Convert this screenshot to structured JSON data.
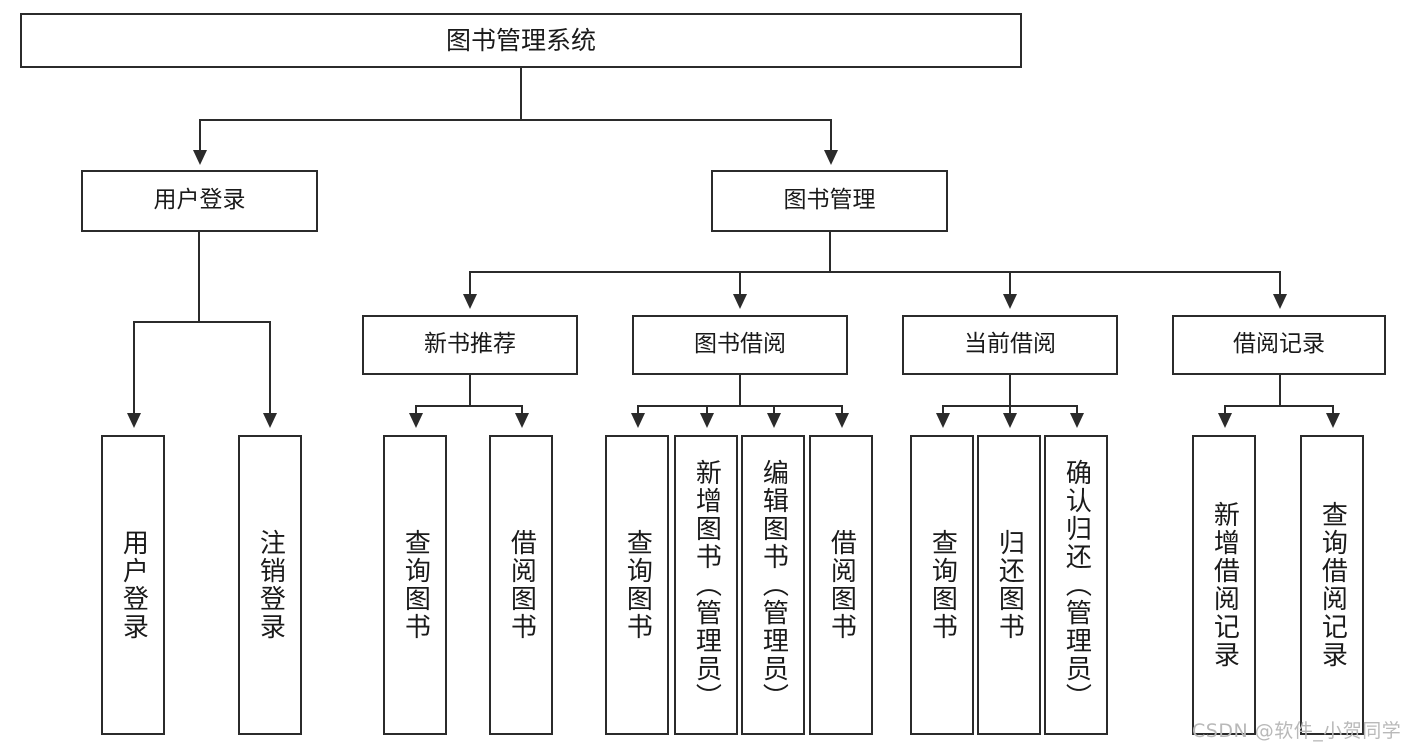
{
  "diagram": {
    "title": "图书管理系统",
    "root": {
      "label": "图书管理系统"
    },
    "level2": [
      {
        "label": "用户登录"
      },
      {
        "label": "图书管理"
      }
    ],
    "level3": [
      {
        "label": "新书推荐"
      },
      {
        "label": "图书借阅"
      },
      {
        "label": "当前借阅"
      },
      {
        "label": "借阅记录"
      }
    ],
    "leaves": [
      {
        "label": "用户登录",
        "parent": "用户登录"
      },
      {
        "label": "注销登录",
        "parent": "用户登录"
      },
      {
        "label": "查询图书",
        "parent": "新书推荐"
      },
      {
        "label": "借阅图书",
        "parent": "新书推荐"
      },
      {
        "label": "查询图书",
        "parent": "图书借阅"
      },
      {
        "label": "新增图书（管理员）",
        "parent": "图书借阅"
      },
      {
        "label": "编辑图书（管理员）",
        "parent": "图书借阅"
      },
      {
        "label": "借阅图书",
        "parent": "图书借阅"
      },
      {
        "label": "查询图书",
        "parent": "当前借阅"
      },
      {
        "label": "归还图书",
        "parent": "当前借阅"
      },
      {
        "label": "确认归还（管理员）",
        "parent": "当前借阅"
      },
      {
        "label": "新增借阅记录",
        "parent": "借阅记录"
      },
      {
        "label": "查询借阅记录",
        "parent": "借阅记录"
      }
    ],
    "watermark": "CSDN @软件_小贺同学",
    "colors": {
      "stroke": "#2b2b2b",
      "fill": "#ffffff",
      "text": "#1a1a1a",
      "watermark": "#b9b9b9"
    }
  }
}
